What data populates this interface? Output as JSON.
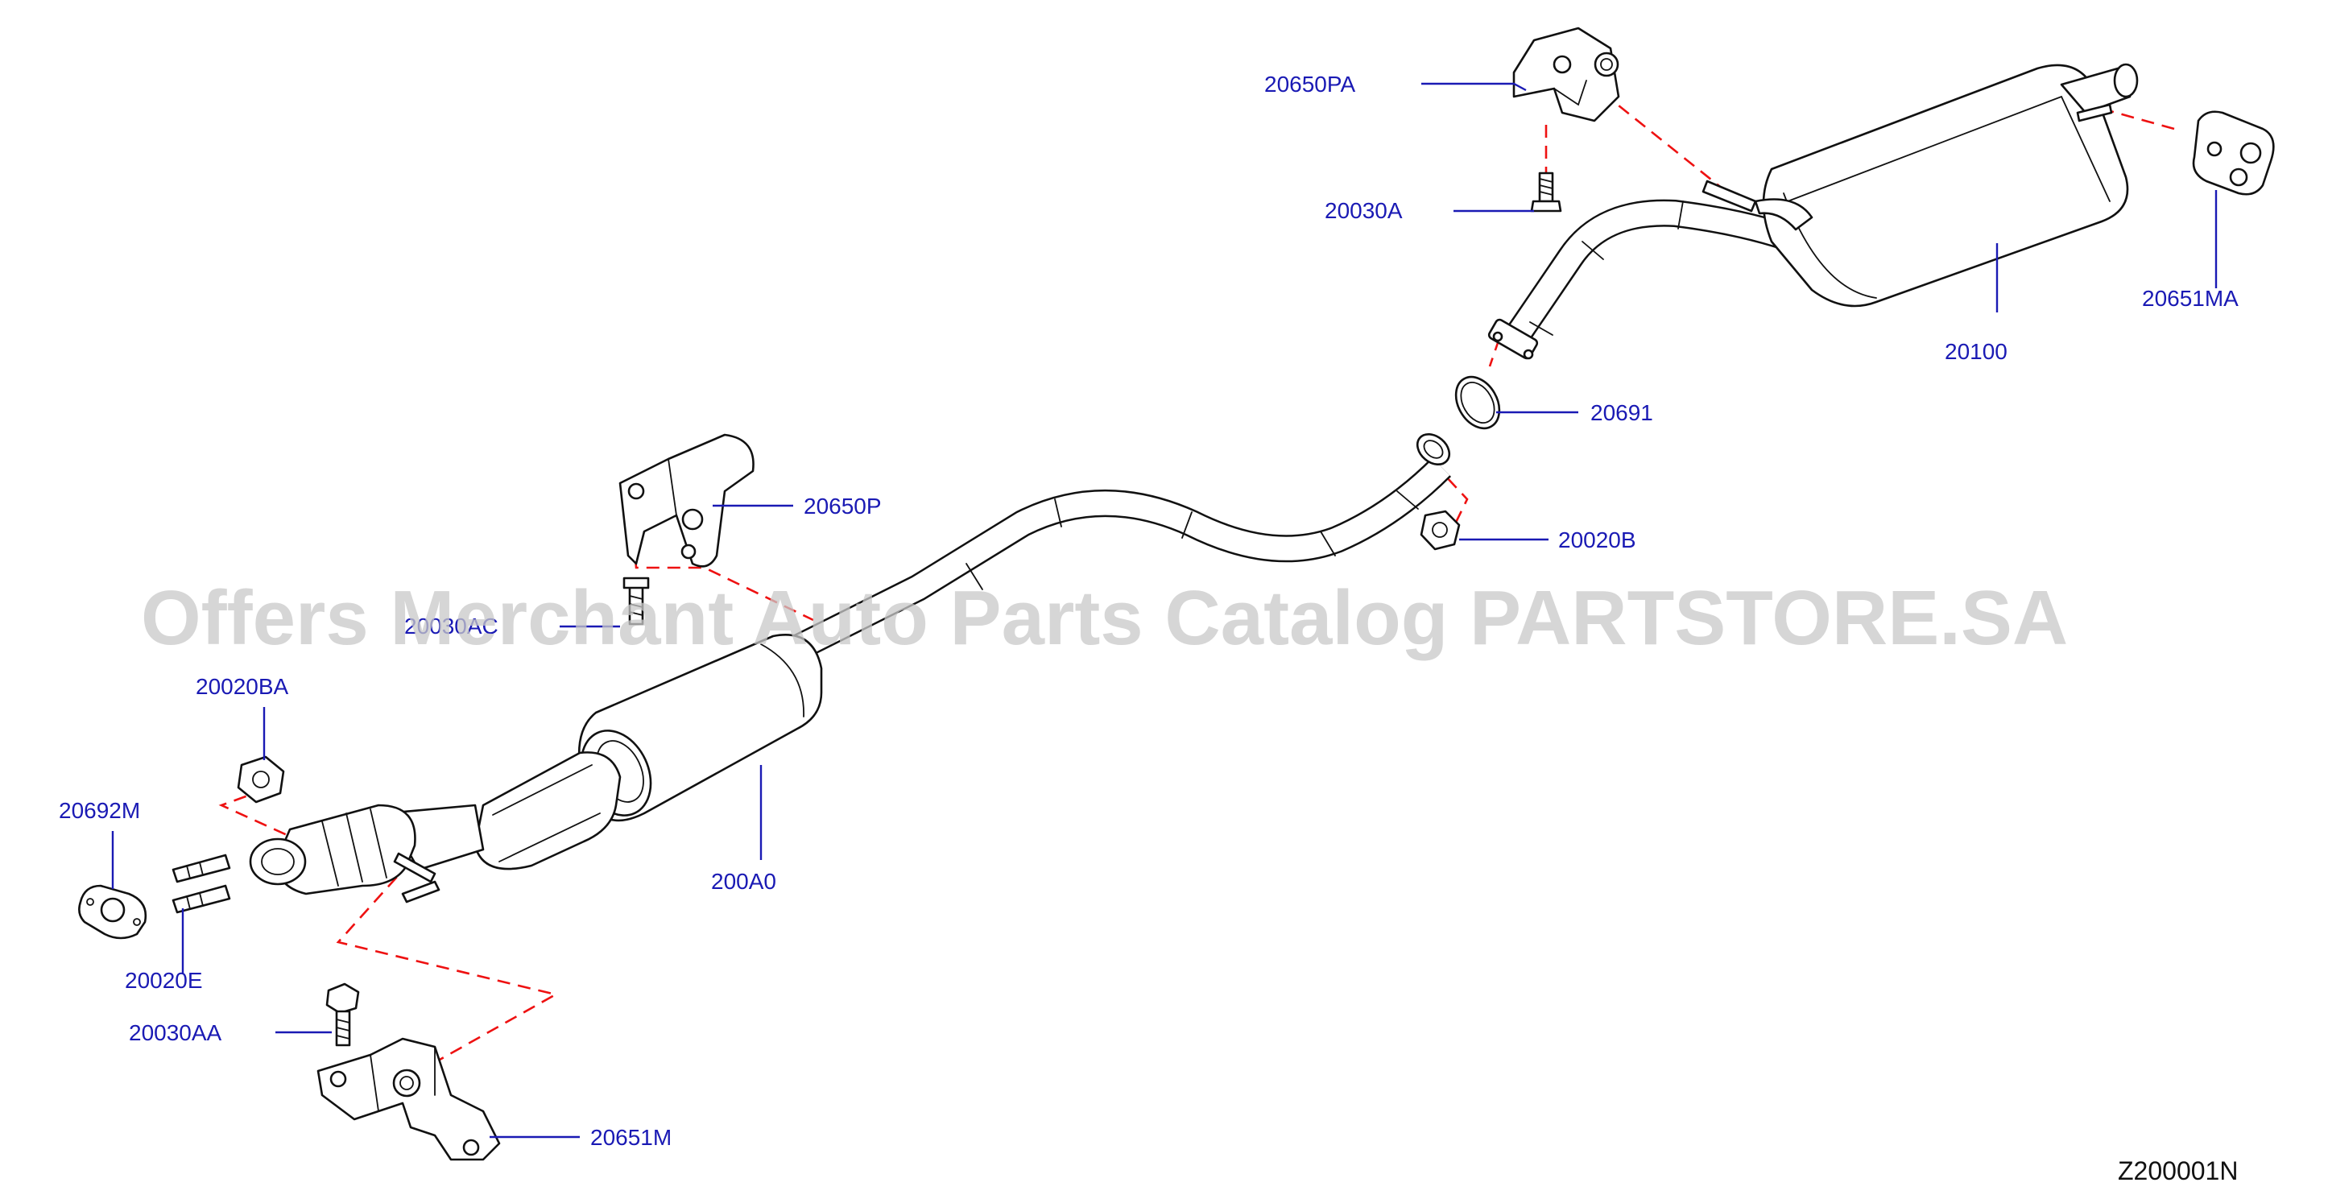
{
  "diagram_id": "Z200001N",
  "watermark": "Offers Merchant Auto Parts Catalog PARTSTORE.SA",
  "labels": {
    "p20650PA": "20650PA",
    "p20030A": "20030A",
    "p20651MA": "20651MA",
    "p20100": "20100",
    "p20691": "20691",
    "p20650P": "20650P",
    "p20020B": "20020B",
    "p20030AC": "20030AC",
    "p20020BA": "20020BA",
    "p200A0": "200A0",
    "p20692M": "20692M",
    "p20020E": "20020E",
    "p20030AA": "20030AA",
    "p20651M": "20651M"
  },
  "colors": {
    "label": "#1a1ab4",
    "part_outline": "#111111",
    "alignment_dash": "#e11111",
    "watermark": "#c9c9c9"
  }
}
